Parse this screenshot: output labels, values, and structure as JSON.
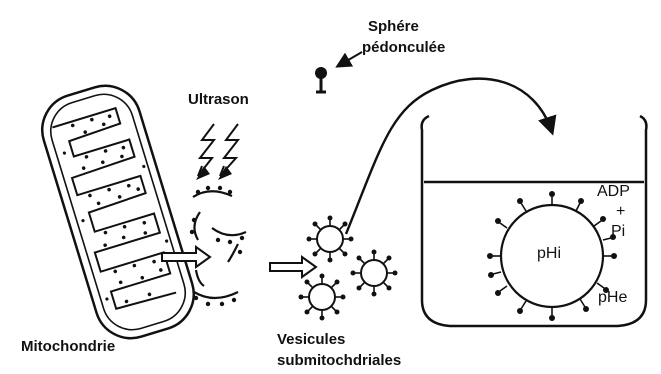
{
  "labels": {
    "ultrason": "Ultrason",
    "sphere_line1": "Sphére",
    "sphere_line2": "pédonculée",
    "mitochondrie": "Mitochondrie",
    "vesicules_line1": "Vesicules",
    "vesicules_line2": "submitochdriales",
    "adp": "ADP",
    "plus": "+",
    "pi": "Pi",
    "phi": "pHi",
    "phe": "pHe"
  },
  "colors": {
    "ink": "#111111",
    "background": "#ffffff"
  },
  "icons": [
    "mitochondrion",
    "lightning-bolt",
    "stalked-sphere",
    "vesicle",
    "beaker",
    "hollow-arrow"
  ]
}
